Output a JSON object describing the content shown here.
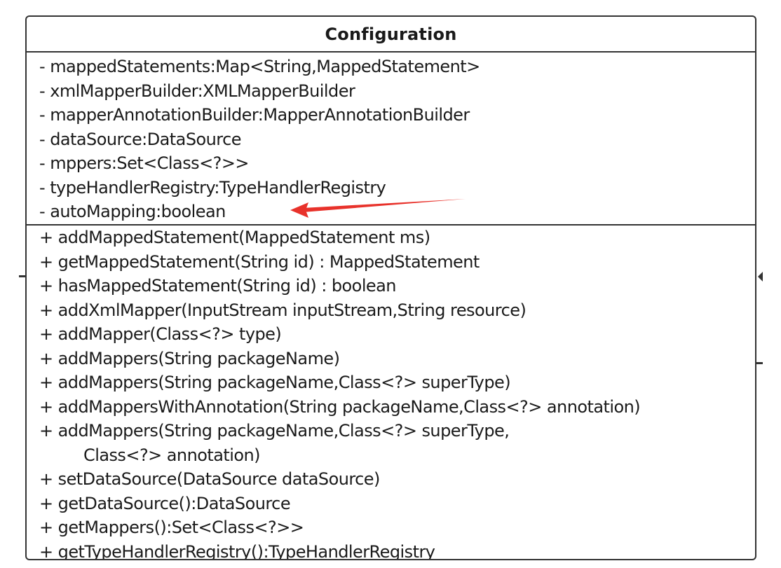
{
  "class": {
    "name": "Configuration",
    "attributes": [
      "- mappedStatements:Map<String,MappedStatement>",
      "- xmlMapperBuilder:XMLMapperBuilder",
      "- mapperAnnotationBuilder:MapperAnnotationBuilder",
      "- dataSource:DataSource",
      "- mppers:Set<Class<?>>",
      "- typeHandlerRegistry:TypeHandlerRegistry",
      "- autoMapping:boolean"
    ],
    "operations": [
      "+ addMappedStatement(MappedStatement ms)",
      "+ getMappedStatement(String id) : MappedStatement",
      "+ hasMappedStatement(String id) : boolean",
      "+ addXmlMapper(InputStream inputStream,String resource)",
      "+ addMapper(Class<?> type)",
      "+ addMappers(String packageName)",
      "+ addMappers(String packageName,Class<?> superType)",
      "+ addMappersWithAnnotation(String packageName,Class<?> annotation)",
      "+ addMappers(String packageName,Class<?> superType,",
      "Class<?> annotation)",
      "+ setDataSource(DataSource dataSource)",
      "+ getDataSource():DataSource",
      "+ getMappers():Set<Class<?>>",
      "+ getTypeHandlerRegistry():TypeHandlerRegistry"
    ]
  },
  "annotation": {
    "arrow_color": "#e8322b",
    "points_to": "- autoMapping:boolean"
  },
  "colors": {
    "border": "#333333",
    "text": "#1a1a1a",
    "background": "#ffffff"
  }
}
